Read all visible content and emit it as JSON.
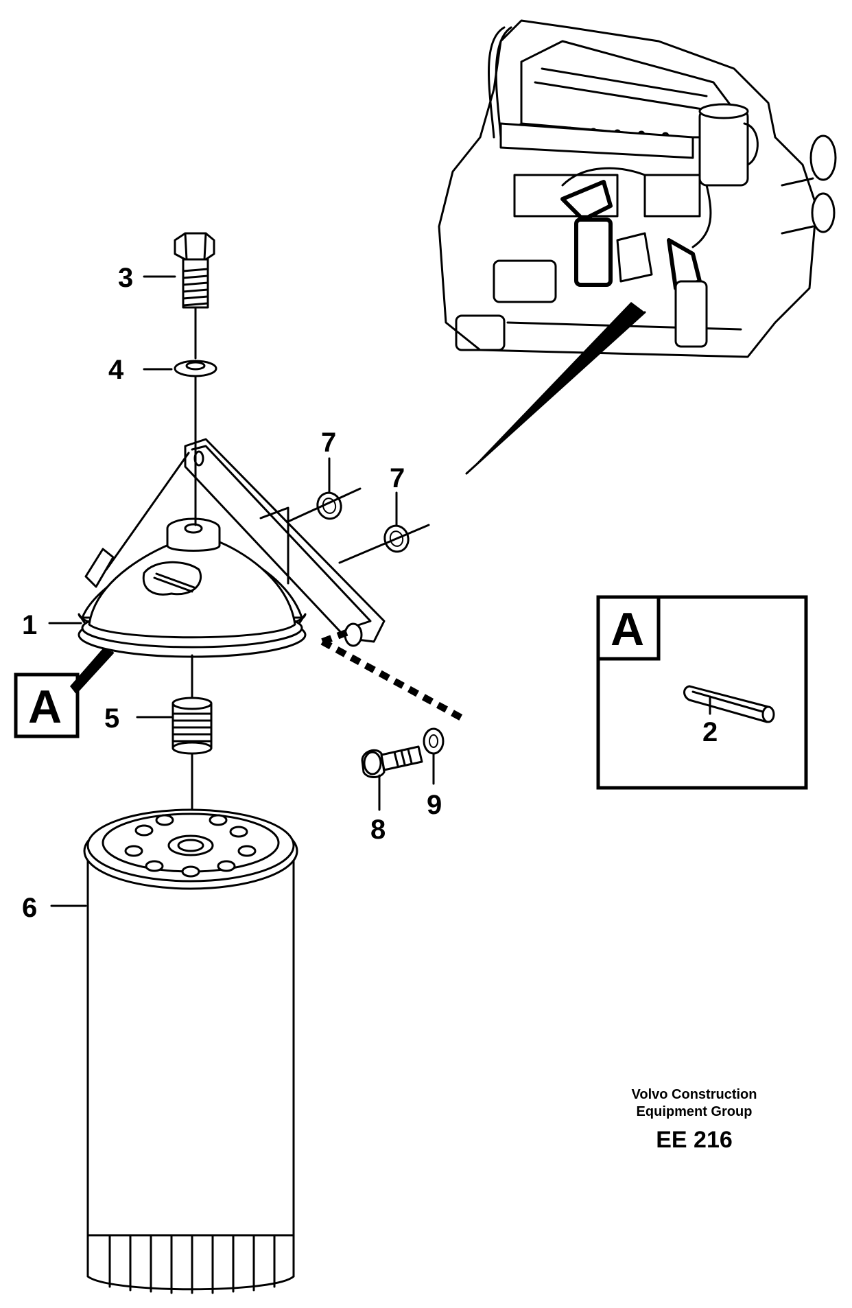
{
  "callouts": {
    "item_1": "1",
    "item_2": "2",
    "item_3": "3",
    "item_4": "4",
    "item_5": "5",
    "item_6": "6",
    "item_7a": "7",
    "item_7b": "7",
    "item_8": "8",
    "item_9": "9"
  },
  "detail_view": {
    "main_label": "A",
    "inset_label": "A"
  },
  "footer": {
    "company_line1": "Volvo Construction",
    "company_line2": "Equipment Group",
    "drawing_code": "EE 216"
  }
}
